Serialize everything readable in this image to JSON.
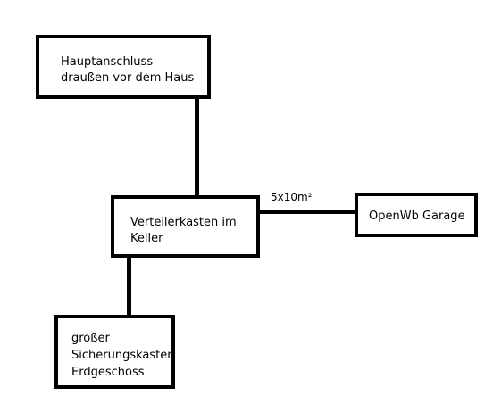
{
  "diagram": {
    "nodes": {
      "main_connection": {
        "lines": [
          "Hauptanschluss",
          "draußen vor dem Haus"
        ]
      },
      "distribution_box": {
        "lines": [
          "Verteilerkasten im",
          "Keller"
        ]
      },
      "openwb": {
        "lines": [
          "OpenWb Garage"
        ]
      },
      "fuse_box": {
        "lines": [
          "großer",
          "Sicherungskasten",
          "Erdgeschoss"
        ]
      }
    },
    "edges": {
      "distribution_to_openwb": {
        "label": "5x10m²"
      }
    },
    "colors": {
      "stroke": "#000000",
      "background": "#ffffff"
    }
  }
}
